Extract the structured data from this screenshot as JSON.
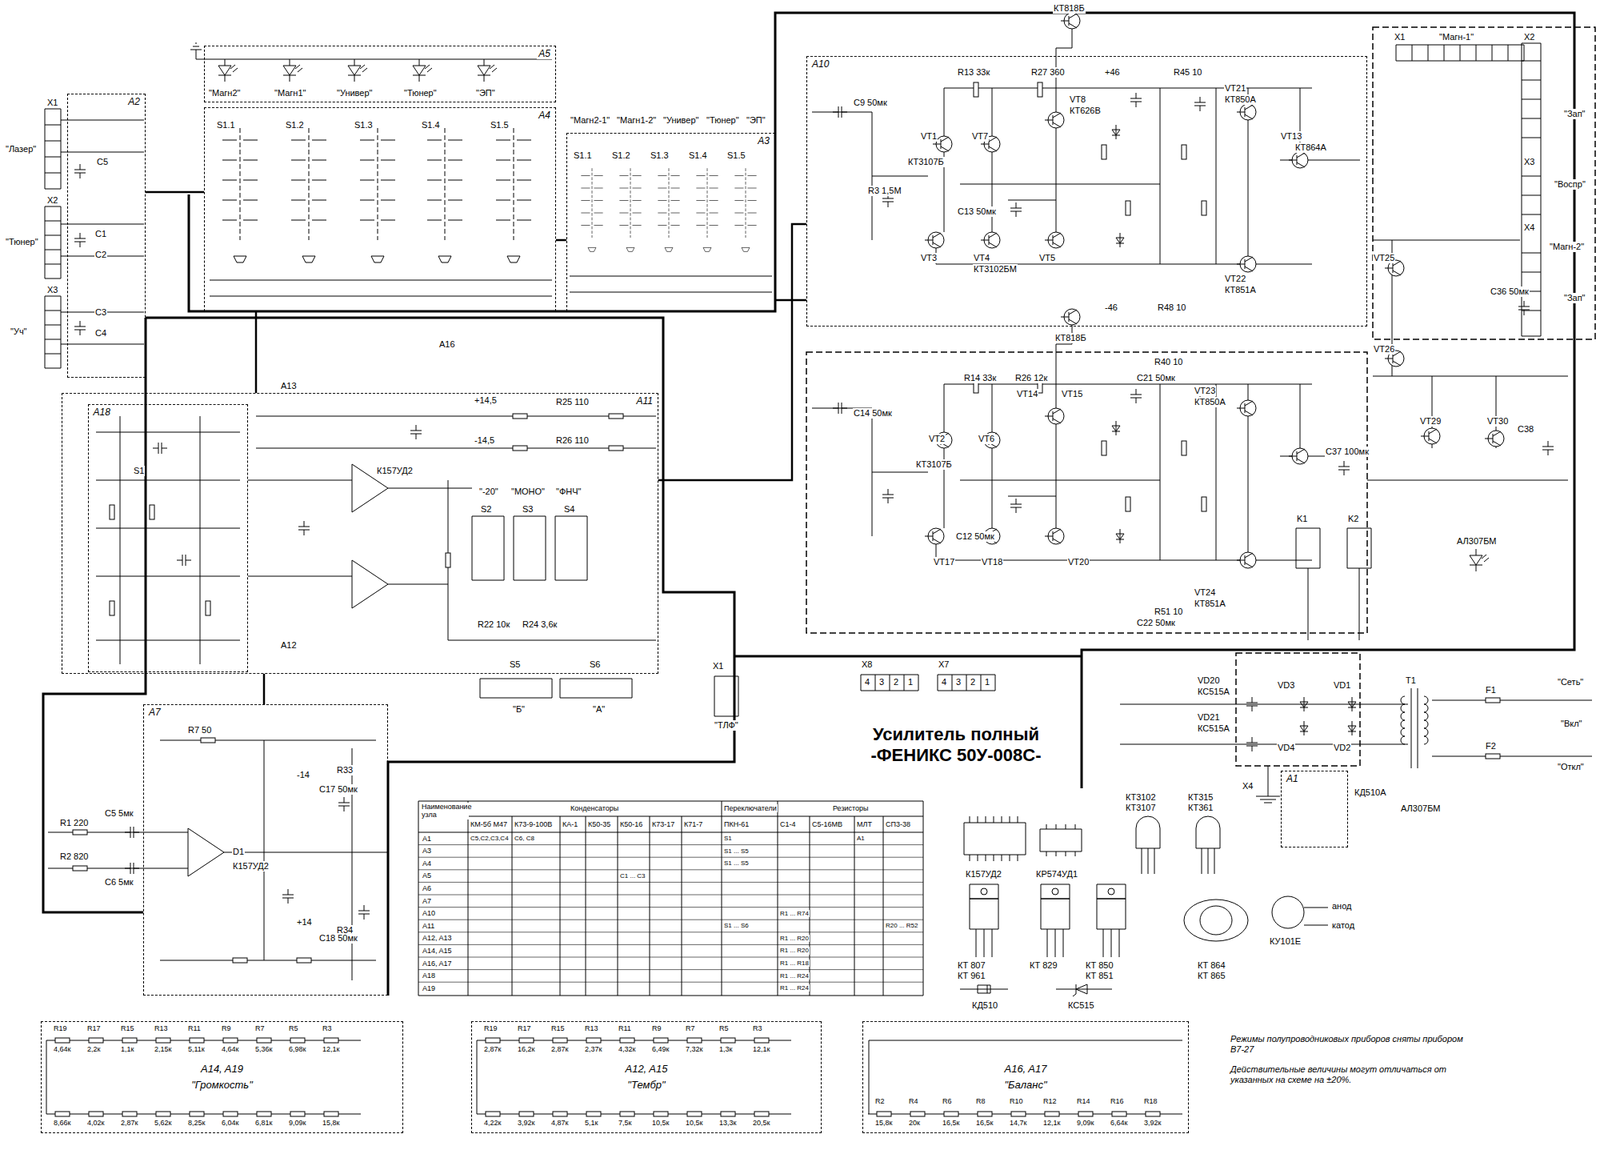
{
  "diagram": {
    "title": "Усилитель полный -ФЕНИКС 50У-008С-",
    "nodes": [
      {
        "text": [
          "A2"
        ]
      },
      {
        "text": [
          "A5"
        ]
      },
      {
        "text": [
          "A4"
        ]
      },
      {
        "text": [
          "A3"
        ]
      },
      {
        "text": [
          "A10"
        ]
      },
      {
        "text": [
          "A11"
        ]
      },
      {
        "text": [
          "A18"
        ],
        "in": 5
      },
      {
        "text": [
          "A7"
        ]
      },
      {
        "text": [
          "A14, A19",
          "\"Громкость\""
        ]
      },
      {
        "text": [
          "A12, A15",
          "\"Тембр\""
        ]
      },
      {
        "text": [
          "A16, A17",
          "\"Баланс\""
        ]
      },
      {
        "text": [
          "A1"
        ]
      }
    ],
    "edges": [
      {
        "from": 0,
        "to": 2,
        "arrow": "none"
      },
      {
        "from": 2,
        "to": 3,
        "arrow": "none"
      },
      {
        "from": 3,
        "to": 4,
        "arrow": "none"
      },
      {
        "from": 2,
        "to": 5,
        "arrow": "none"
      },
      {
        "from": 5,
        "to": 7,
        "arrow": "none"
      },
      {
        "from": 5,
        "to": 4,
        "arrow": "none"
      }
    ],
    "labels": [
      "X1",
      "\"Лазер\"",
      "X2",
      "\"Тюнер\"",
      "X3",
      "\"Уч\"",
      "C5",
      "C1",
      "C2",
      "C3",
      "C4",
      "\"Магн2\"",
      "\"Магн1\"",
      "\"Универ\"",
      "\"Тюнер\"",
      "\"ЭП\"",
      "S1.1",
      "S1.2",
      "S1.3",
      "S1.4",
      "S1.5",
      "\"Магн2-1\"",
      "\"Магн1-2\"",
      "\"Универ\"",
      "\"Тюнер\"",
      "\"ЭП\"",
      "S1.1",
      "S1.2",
      "S1.3",
      "S1.4",
      "S1.5",
      "КТ818Б",
      "VT1",
      "КТ3107Б",
      "VT7",
      "VT8",
      "КТ626В",
      "VT21",
      "КТ850А",
      "VT13",
      "КТ864А",
      "VT22",
      "КТ851А",
      "VT3",
      "VT4",
      "КТ3102БМ",
      "VT5",
      "R13 33к",
      "R27 360",
      "R45 10",
      "C9 50мк",
      "R3 1,5М",
      "C13 50мк",
      "R48 10",
      "+46",
      "-46",
      "КТ818Б",
      "VT2",
      "КТ3107Б",
      "VT6",
      "VT14",
      "VT15",
      "VT23",
      "КТ850А",
      "VT24",
      "КТ851А",
      "VT17",
      "VT18",
      "VT20",
      "R14 33к",
      "R26 12к",
      "C14 50мк",
      "C12 50мк",
      "R40 10",
      "R51 10",
      "C21 50мк",
      "C22 50мк",
      "X1",
      "\"Магн-1\"",
      "X2",
      "\"Зап\"",
      "X3",
      "\"Воспр\"",
      "X4",
      "\"Магн-2\"",
      "\"Зап\"",
      "VT25",
      "VT26",
      "VT29",
      "VT30",
      "C36 50мк",
      "C37 100мк",
      "C38",
      "K1",
      "K2",
      "АЛ307БМ",
      "VD20",
      "КС515А",
      "VD21",
      "КС515А",
      "VD3",
      "VD1",
      "VD4",
      "VD2",
      "F1",
      "F2",
      "T1",
      "\"Сеть\"",
      "\"Вкл\"",
      "\"Откл\"",
      "X4",
      "КД510А",
      "АЛ307БМ",
      "A16",
      "A13",
      "A12",
      "К157УД2",
      "S1",
      "\"-20\"",
      "\"МОНО\"",
      "\"ФНЧ\"",
      "S2",
      "S3",
      "S4",
      "S5",
      "S6",
      "\"Б\"",
      "\"А\"",
      "X1",
      "\"ТЛФ\"",
      "+14,5",
      "-14,5",
      "R25 110",
      "R26 110",
      "R22 10к",
      "R24 3,6к",
      "X8",
      "4",
      "3",
      "2",
      "1",
      "X7",
      "4",
      "3",
      "2",
      "1",
      "R1 220",
      "R2 820",
      "C5 5мк",
      "C6 5мк",
      "D1",
      "К157УД2",
      "R7 50",
      "R33",
      "R34",
      "C17 50мк",
      "C18 50мк",
      "-14",
      "+14",
      "Наименование узла",
      "Конденсаторы",
      "Переключатели",
      "Резисторы",
      "КМ-5б М47",
      "К73-9-100В",
      "КА-1",
      "К50-35",
      "К50-16",
      "К73-17",
      "К71-7",
      "ПКН-61",
      "С1-4",
      "С5-16МВ",
      "МЛТ",
      "СП3-38",
      "A1",
      "A3",
      "A4",
      "A5",
      "A6",
      "A7",
      "A10",
      "A11",
      "A12, A13",
      "A14, A15",
      "A16, A17",
      "A18",
      "A19",
      "C5,C2,C3,C4",
      "С6, С8",
      "S1",
      "A1",
      "S1 ... S5",
      "S1 ... S5",
      "C1 ... C3",
      "R1 ... R74",
      "S1 ... S6",
      "R20 ... R52",
      "R1 ... R20",
      "R1 ... R20",
      "R1 ... R18",
      "R1 ... R24",
      "R1 ... R24",
      "К157УД2",
      "КР574УД1",
      "КТ3102",
      "КТ3107",
      "КТ315",
      "КТ361",
      "КТ 807",
      "КТ 961",
      "КТ 829",
      "КТ 850",
      "КТ 851",
      "КТ 864",
      "КТ 865",
      "КУ101Е",
      "анод",
      "катод",
      "КД510",
      "КС515",
      "Режимы полупроводниковых приборов сняты прибором В7-27",
      "Действительные величины могут отличаться от указанных на схеме на ±20%.",
      "R19",
      "4,64к",
      "R17",
      "2,2к",
      "R15",
      "1,1к",
      "R13",
      "2,15к",
      "R11",
      "5,11к",
      "R9",
      "4,64к",
      "R7",
      "5,36к",
      "R5",
      "6,98к",
      "R3",
      "12,1к",
      "8,66к",
      "4,02к",
      "2,87к",
      "5,62к",
      "8,25к",
      "6,04к",
      "6,81к",
      "9,09к",
      "15,8к",
      "R19",
      "2,87к",
      "R17",
      "16,2к",
      "R15",
      "2,87к",
      "R13",
      "2,37к",
      "R11",
      "4,32к",
      "R9",
      "6,49к",
      "R7",
      "7,32к",
      "R5",
      "1,3к",
      "R3",
      "12,1к",
      "4,22к",
      "3,92к",
      "4,87к",
      "5,1к",
      "7,5к",
      "10,5к",
      "10,5к",
      "13,3к",
      "20,5к",
      "R2",
      "15,8к",
      "R4",
      "20к",
      "R6",
      "16,5к",
      "R8",
      "16,5к",
      "R10",
      "14,7к",
      "R12",
      "12,1к",
      "R14",
      "9,09к",
      "R16",
      "6,64к",
      "R18",
      "3,92к"
    ]
  }
}
